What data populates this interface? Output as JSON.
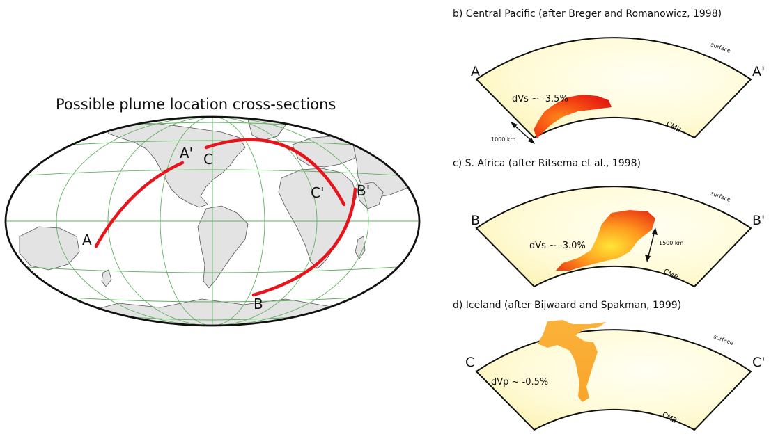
{
  "map": {
    "title": "Possible plume location cross-sections",
    "line_labels": {
      "A": "A",
      "A_prime": "A'",
      "B": "B",
      "B_prime": "B'",
      "C": "C",
      "C_prime": "C'"
    },
    "colors": {
      "ocean": "#ffffff",
      "land": "#e3e3e3",
      "graticule": "#62b062",
      "section_line": "#e8141c",
      "border": "#111111"
    }
  },
  "panels": [
    {
      "id": "b",
      "title": "b) Central Pacific (after Breger and Romanowicz, 1998)",
      "left_label": "A",
      "right_label": "A'",
      "anomaly": "dVs ~ -3.5%",
      "surface_label": "surface",
      "cmb_label": "CMB",
      "scale_label": "1000 km"
    },
    {
      "id": "c",
      "title": "c) S. Africa (after Ritsema et al., 1998)",
      "left_label": "B",
      "right_label": "B'",
      "anomaly": "dVs ~ -3.0%",
      "surface_label": "surface",
      "cmb_label": "CMB",
      "scale_label": "1500 km"
    },
    {
      "id": "d",
      "title": "d) Iceland (after Bijwaard and Spakman, 1999)",
      "left_label": "C",
      "right_label": "C'",
      "anomaly": "dVp ~ -0.5%",
      "surface_label": "surface",
      "cmb_label": "CMB"
    }
  ]
}
